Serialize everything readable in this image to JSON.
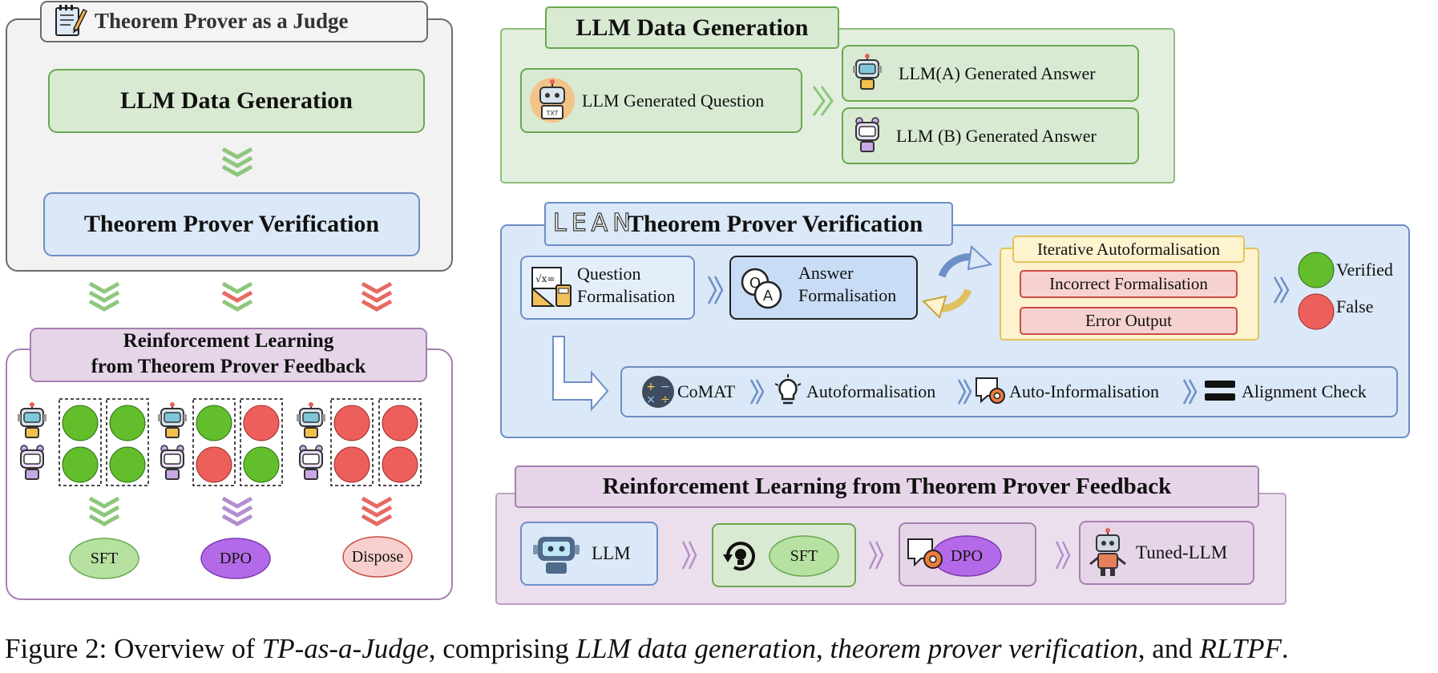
{
  "left_panel": {
    "title": "Theorem Prover as a Judge",
    "box_llm": "LLM Data Generation",
    "box_tp": "Theorem Prover Verification",
    "rl_title_line1": "Reinforcement Learning",
    "rl_title_line2": "from Theorem Prover Feedback",
    "outcomes": [
      "SFT",
      "DPO",
      "Dispose"
    ]
  },
  "llm_gen_panel": {
    "title": "LLM Data Generation",
    "question": "LLM Generated Question",
    "answer_a": "LLM(A) Generated Answer",
    "answer_b": "LLM (B) Generated Answer"
  },
  "tp_panel": {
    "title": "Theorem Prover Verification",
    "logo_text": "LEAN",
    "question_form_line1": "Question",
    "question_form_line2": "Formalisation",
    "answer_form_line1": "Answer",
    "answer_form_line2": "Formalisation",
    "iterative_title": "Iterative Autoformalisation",
    "incorrect": "Incorrect Formalisation",
    "error": "Error Output",
    "verified": "Verified",
    "false_label": "False",
    "pipeline": [
      "CoMAT",
      "Autoformalisation",
      "Auto-Informalisation",
      "Alignment Check"
    ]
  },
  "rl_panel": {
    "title": "Reinforcement Learning from Theorem Prover Feedback",
    "llm": "LLM",
    "sft": "SFT",
    "dpo": "DPO",
    "tuned": "Tuned-LLM"
  },
  "caption": {
    "prefix": "Figure 2: Overview of ",
    "i1": "TP-as-a-Judge",
    "t2": ", comprising ",
    "i2": "LLM data generation",
    "t3": ", ",
    "i3": "theorem prover verification",
    "t4": ", and ",
    "i4": "RLTPF",
    "t5": "."
  },
  "colors": {
    "green_fill": "#d9ead3",
    "green_border": "#6aa84f",
    "blue_fill": "#dbe8f7",
    "blue_border": "#6d8fc7",
    "purple_fill": "#e6d5e8",
    "purple_border": "#a67fb0",
    "yellow_fill": "#fdf3cf",
    "yellow_border": "#e5c25a",
    "red_fill": "#f6d3d0",
    "red_border": "#cc4b45",
    "verified": "#62be2a",
    "false": "#ec5f5b"
  }
}
